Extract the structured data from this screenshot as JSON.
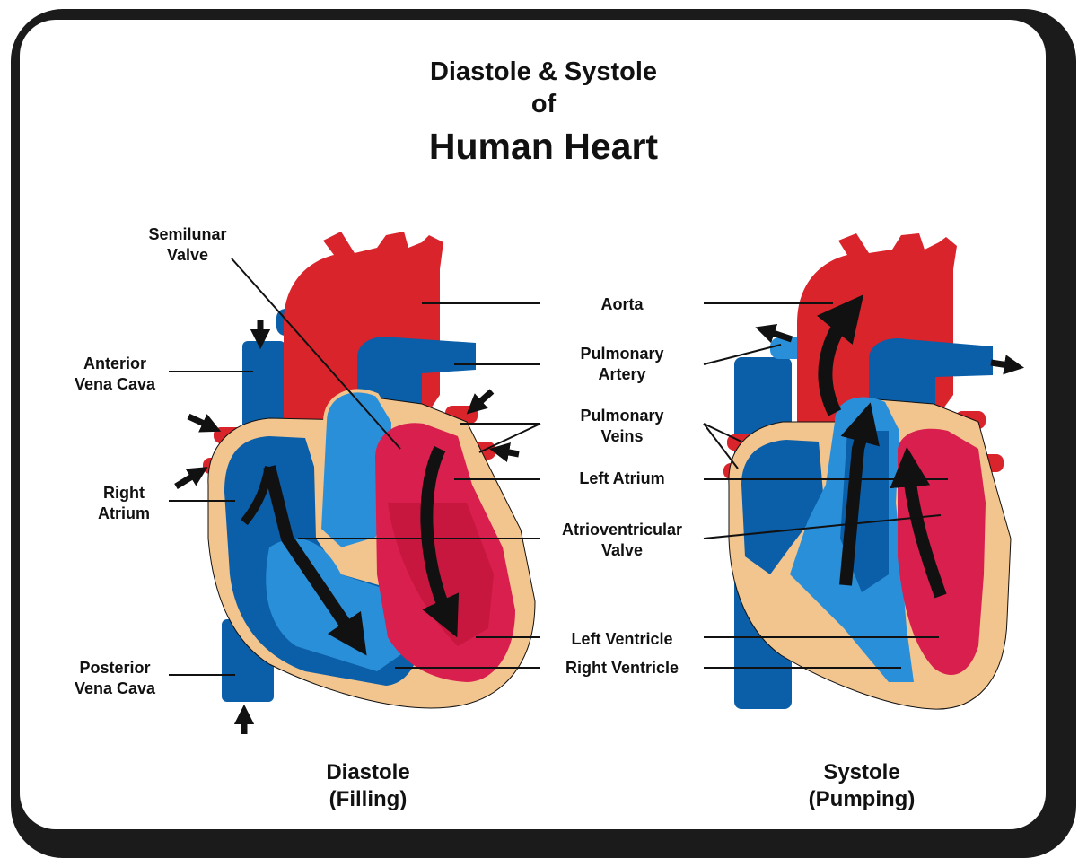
{
  "title": {
    "line1": "Diastole & Systole",
    "line2": "of",
    "line3": "Human Heart"
  },
  "labels": {
    "semilunar_valve": [
      "Semilunar",
      "Valve"
    ],
    "anterior_vena_cava": [
      "Anterior",
      "Vena Cava"
    ],
    "right_atrium": [
      "Right",
      "Atrium"
    ],
    "posterior_vena_cava": [
      "Posterior",
      "Vena Cava"
    ],
    "aorta": [
      "Aorta"
    ],
    "pulmonary_artery": [
      "Pulmonary",
      "Artery"
    ],
    "pulmonary_veins": [
      "Pulmonary",
      "Veins"
    ],
    "left_atrium": [
      "Left Atrium"
    ],
    "av_valve": [
      "Atrioventricular",
      "Valve"
    ],
    "left_ventricle": [
      "Left Ventricle"
    ],
    "right_ventricle": [
      "Right Ventricle"
    ]
  },
  "captions": {
    "diastole": [
      "Diastole",
      "(Filling)"
    ],
    "systole": [
      "Systole",
      "(Pumping)"
    ]
  },
  "colors": {
    "frame": "#1b1b1b",
    "oxygenated": "#d9242b",
    "deoxygenated": "#0b5ea8",
    "light_blue": "#2a8fd9",
    "myocardium": "#f2c48e",
    "left_chamber": "#d81f4e",
    "arrow": "#111111"
  }
}
